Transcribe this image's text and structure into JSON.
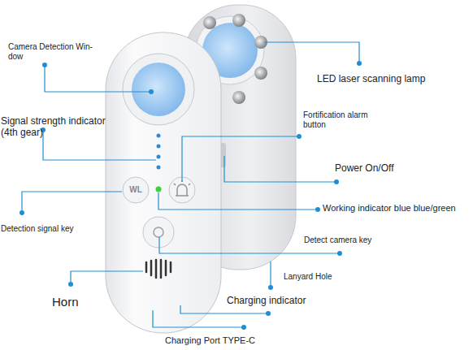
{
  "diagram": {
    "labels": [
      "Camera Detection Win- dow",
      "LED laser scanning lamp",
      "Signal strength indicator (4th gear)",
      "Fortification alarm button",
      "Power On/Off",
      "Working indicator blue blue/green",
      "Detection signal key",
      "Detect camera key",
      "Lanyard Hole",
      "Horn",
      "Charging indicator",
      "Charging Port TYPE-C",
      "WL"
    ]
  }
}
